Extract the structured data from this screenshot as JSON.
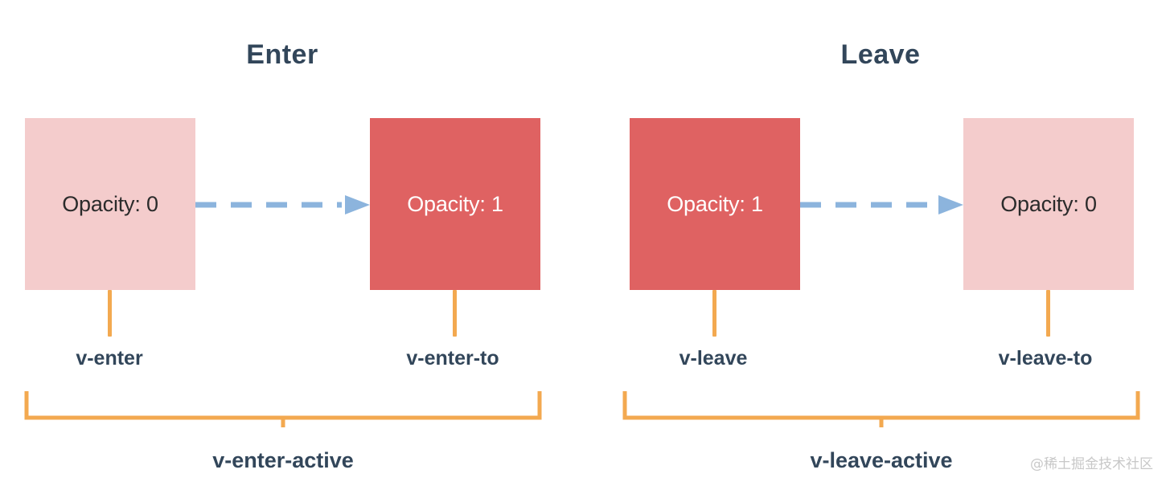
{
  "sections": [
    {
      "title": "Enter",
      "from_box": {
        "label": "Opacity: 0",
        "style": "faded"
      },
      "to_box": {
        "label": "Opacity: 1",
        "style": "solid"
      },
      "from_class": "v-enter",
      "to_class": "v-enter-to",
      "active_class": "v-enter-active"
    },
    {
      "title": "Leave",
      "from_box": {
        "label": "Opacity: 1",
        "style": "solid"
      },
      "to_box": {
        "label": "Opacity: 0",
        "style": "faded"
      },
      "from_class": "v-leave",
      "to_class": "v-leave-to",
      "active_class": "v-leave-active"
    }
  ],
  "watermark": "@稀土掘金技术社区",
  "colors": {
    "box_faded": "#f4cccc",
    "box_solid": "#df6262",
    "text_dark": "#32465a",
    "arrow_blue": "#8cb4dd",
    "bracket_orange": "#f3a950",
    "background": "#ffffff"
  },
  "icons": {
    "arrow_enter": "dashed-arrow-right-icon",
    "arrow_leave": "dashed-arrow-right-icon",
    "bracket_enter": "bracket-icon",
    "bracket_leave": "bracket-icon"
  }
}
